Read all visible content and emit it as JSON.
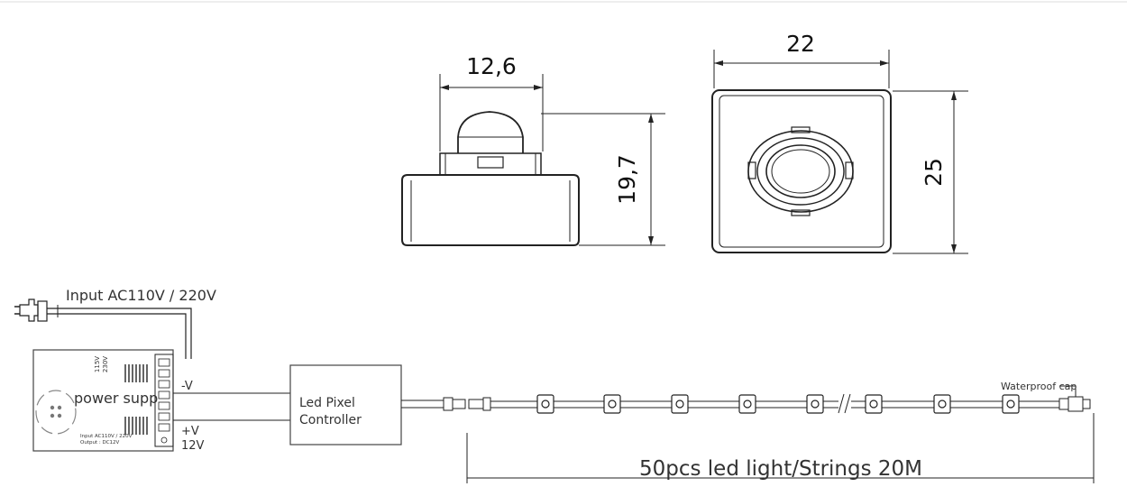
{
  "dimensions": {
    "side_width": "12,6",
    "side_height": "19,7",
    "top_width": "22",
    "top_height": "25"
  },
  "wiring": {
    "input_label": "Input AC110V /  220V",
    "power_supply_label": "power supp",
    "psu_voltage_top": "115V",
    "psu_voltage_bottom": "230V",
    "psu_rating_line1": "Input AC110V  /  220V",
    "psu_rating_line2": "Output : DC12V",
    "neg_label": "-V",
    "pos_label": "+V",
    "pos_voltage": "12V",
    "controller_line1": "Led Pixel",
    "controller_line2": "Controller",
    "cap_label": "Waterproof cap",
    "string_label": "50pcs led light/Strings 20M"
  }
}
